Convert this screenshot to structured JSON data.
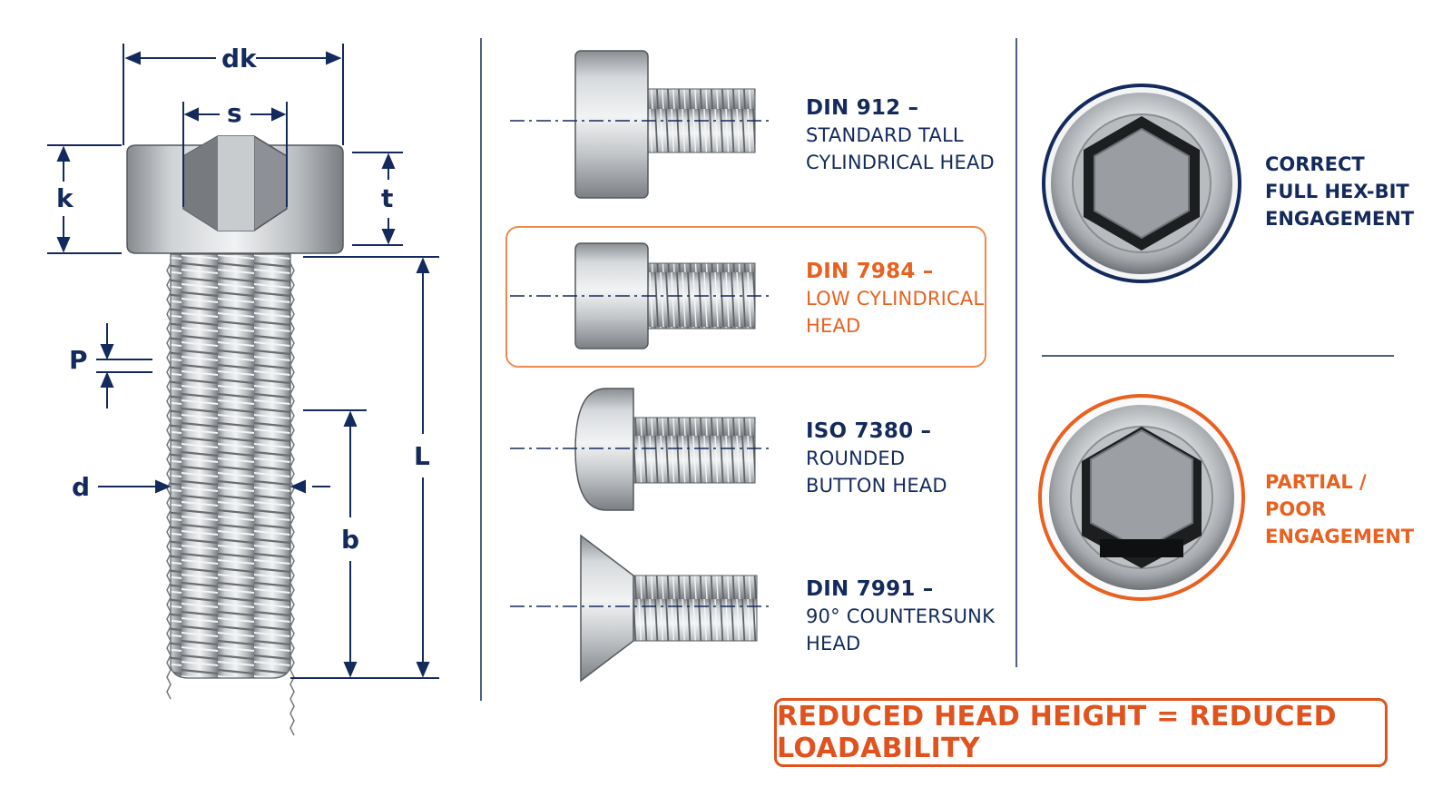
{
  "dimensions": {
    "dk": "dk",
    "s": "s",
    "k": "k",
    "t": "t",
    "P": "P",
    "d": "d",
    "L": "L",
    "b": "b"
  },
  "variants": [
    {
      "code": "DIN 912 –",
      "line2": "STANDARD TALL",
      "line3": "CYLINDRICAL HEAD",
      "head": "tall-cylindrical",
      "highlight": false
    },
    {
      "code": "DIN 7984 –",
      "line2": "LOW CYLINDRICAL",
      "line3": "HEAD",
      "head": "low-cylindrical",
      "highlight": true
    },
    {
      "code": "ISO 7380 –",
      "line2": "ROUNDED",
      "line3": "BUTTON HEAD",
      "head": "button",
      "highlight": false
    },
    {
      "code": "DIN 7991 –",
      "line2": "90° COUNTERSUNK",
      "line3": "HEAD",
      "head": "countersunk",
      "highlight": false
    }
  ],
  "engagement": [
    {
      "line1": "CORRECT",
      "line2": "FULL HEX-BIT",
      "line3": "ENGAGEMENT",
      "status": "good"
    },
    {
      "line1": "PARTIAL /",
      "line2": "POOR",
      "line3": "ENGAGEMENT",
      "status": "poor"
    }
  ],
  "banner": "REDUCED HEAD HEIGHT = REDUCED LOADABILITY",
  "colors": {
    "navy": "#142a5c",
    "accent_orange": "#e86120",
    "steel_light": "#e2e4e6",
    "steel_dark": "#7e8286",
    "socket_dark": "#2a2d30"
  }
}
